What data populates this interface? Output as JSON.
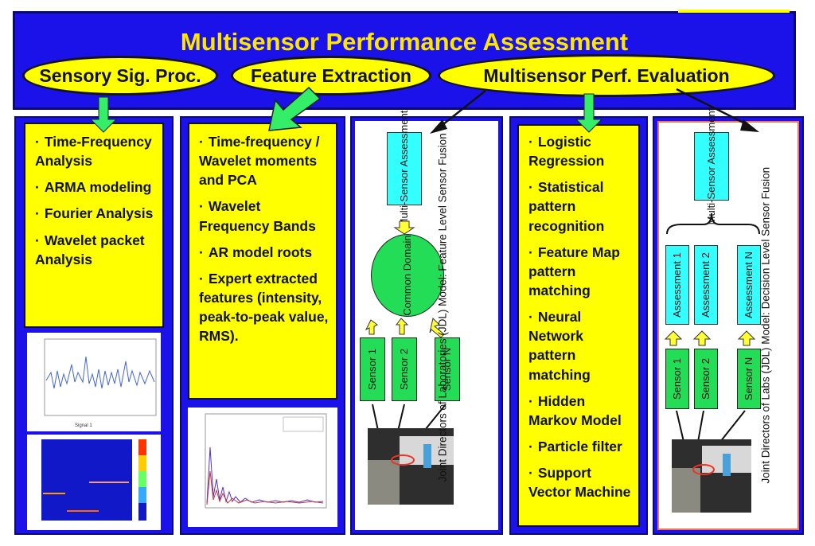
{
  "header": {
    "title": "Multisensor Performance Assessment",
    "ellipses": [
      "Sensory Sig. Proc.",
      "Feature Extraction",
      "Multisensor Perf. Evaluation"
    ]
  },
  "col1": {
    "items": [
      "Time-Frequency Analysis",
      "ARMA modeling",
      "Fourier Analysis",
      "Wavelet packet Analysis"
    ]
  },
  "col2": {
    "items": [
      "Time-frequency / Wavelet moments and PCA",
      "Wavelet Frequency Bands",
      "AR model roots",
      "Expert extracted features (intensity, peak-to-peak value, RMS)."
    ]
  },
  "col3": {
    "assessment": "Multi-Sensor Assessment",
    "domain": "Common Domain",
    "sensors": [
      "Sensor 1",
      "Sensor 2",
      "Sensor N"
    ],
    "side_label": "Joint Directors of Laboratories (JDL) Model: Feature Level Sensor Fusion"
  },
  "col4": {
    "items": [
      "Logistic Regression",
      "Statistical pattern recognition",
      "Feature Map pattern matching",
      "Neural Network pattern matching",
      "Hidden Markov Model",
      "Particle filter",
      "Support Vector Machine"
    ]
  },
  "col5": {
    "assessment": "Multi-Sensor Assessment",
    "assessments": [
      "Assessment 1",
      "Assessment 2",
      "Assessment N"
    ],
    "sensors": [
      "Sensor 1",
      "Sensor 2",
      "Sensor N"
    ],
    "side_label": "Joint Directors of Labs (JDL) Model: Decision Level Sensor Fusion"
  },
  "colors": {
    "banner": "#1a12e8",
    "title_text": "#ffe600",
    "yellow": "#ffff00",
    "cyan": "#33ffff",
    "green": "#22dd55",
    "arrow_green": "#33ee66"
  }
}
